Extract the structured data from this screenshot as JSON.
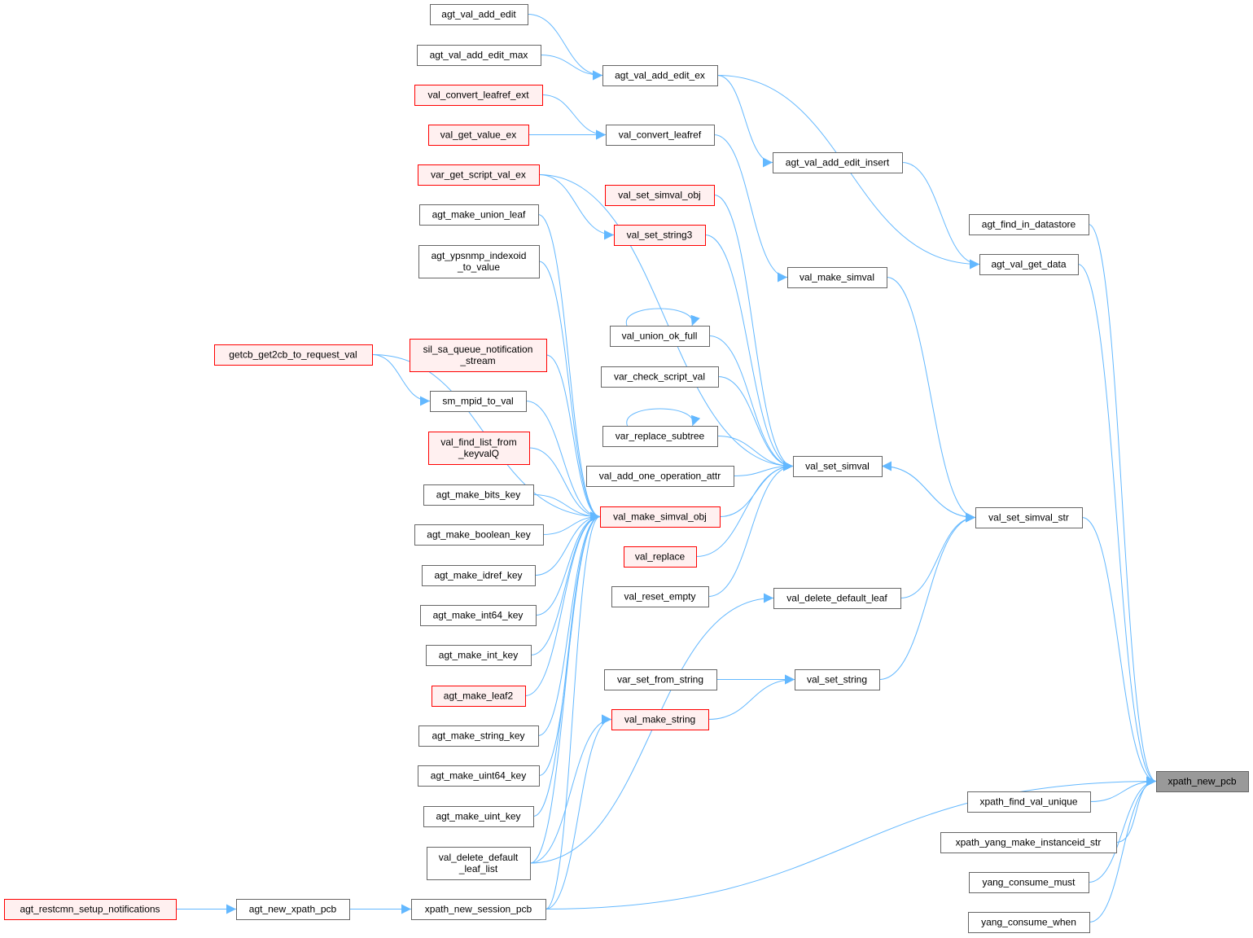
{
  "graph": {
    "type": "caller-graph",
    "focus": "xpath_new_pcb",
    "colors": {
      "edge": "#63b8ff",
      "highlight_border": "#ff0000",
      "highlight_fill": "#fff0f0",
      "focus_fill": "#999999"
    },
    "nodes": [
      {
        "id": "n1",
        "label": [
          "agt_val_add_edit"
        ],
        "style": "normal"
      },
      {
        "id": "n2",
        "label": [
          "agt_val_add_edit_max"
        ],
        "style": "normal"
      },
      {
        "id": "n3",
        "label": [
          "agt_val_add_edit_ex"
        ],
        "style": "normal"
      },
      {
        "id": "n4",
        "label": [
          "val_convert_leafref_ext"
        ],
        "style": "red"
      },
      {
        "id": "n5",
        "label": [
          "val_get_value_ex"
        ],
        "style": "red"
      },
      {
        "id": "n6",
        "label": [
          "val_convert_leafref"
        ],
        "style": "normal"
      },
      {
        "id": "n7",
        "label": [
          "agt_val_add_edit_insert"
        ],
        "style": "normal"
      },
      {
        "id": "n8",
        "label": [
          "var_get_script_val_ex"
        ],
        "style": "red"
      },
      {
        "id": "n9",
        "label": [
          "val_set_simval_obj"
        ],
        "style": "red"
      },
      {
        "id": "n10",
        "label": [
          "agt_make_union_leaf"
        ],
        "style": "normal"
      },
      {
        "id": "n11",
        "label": [
          "agt_find_in_datastore"
        ],
        "style": "normal"
      },
      {
        "id": "n12",
        "label": [
          "val_set_string3"
        ],
        "style": "red"
      },
      {
        "id": "n13",
        "label": [
          "agt_ypsnmp_indexoid",
          "_to_value"
        ],
        "style": "normal"
      },
      {
        "id": "n14",
        "label": [
          "agt_val_get_data"
        ],
        "style": "normal"
      },
      {
        "id": "n15",
        "label": [
          "val_make_simval"
        ],
        "style": "normal"
      },
      {
        "id": "n16",
        "label": [
          "val_union_ok_full"
        ],
        "style": "normal"
      },
      {
        "id": "n17",
        "label": [
          "getcb_get2cb_to_request_val"
        ],
        "style": "red"
      },
      {
        "id": "n18",
        "label": [
          "sil_sa_queue_notification",
          "_stream"
        ],
        "style": "red"
      },
      {
        "id": "n19",
        "label": [
          "var_check_script_val"
        ],
        "style": "normal"
      },
      {
        "id": "n20",
        "label": [
          "sm_mpid_to_val"
        ],
        "style": "normal"
      },
      {
        "id": "n21",
        "label": [
          "var_replace_subtree"
        ],
        "style": "normal"
      },
      {
        "id": "n22",
        "label": [
          "val_find_list_from",
          "_keyvalQ"
        ],
        "style": "red"
      },
      {
        "id": "n23",
        "label": [
          "val_set_simval"
        ],
        "style": "normal"
      },
      {
        "id": "n24",
        "label": [
          "val_add_one_operation_attr"
        ],
        "style": "normal"
      },
      {
        "id": "n25",
        "label": [
          "agt_make_bits_key"
        ],
        "style": "normal"
      },
      {
        "id": "n26",
        "label": [
          "val_make_simval_obj"
        ],
        "style": "red"
      },
      {
        "id": "n27",
        "label": [
          "val_set_simval_str"
        ],
        "style": "normal"
      },
      {
        "id": "n28",
        "label": [
          "agt_make_boolean_key"
        ],
        "style": "normal"
      },
      {
        "id": "n29",
        "label": [
          "val_replace"
        ],
        "style": "red"
      },
      {
        "id": "n30",
        "label": [
          "agt_make_idref_key"
        ],
        "style": "normal"
      },
      {
        "id": "n31",
        "label": [
          "val_reset_empty"
        ],
        "style": "normal"
      },
      {
        "id": "n32",
        "label": [
          "val_delete_default_leaf"
        ],
        "style": "normal"
      },
      {
        "id": "n33",
        "label": [
          "agt_make_int64_key"
        ],
        "style": "normal"
      },
      {
        "id": "n34",
        "label": [
          "agt_make_int_key"
        ],
        "style": "normal"
      },
      {
        "id": "n35",
        "label": [
          "val_set_string"
        ],
        "style": "normal"
      },
      {
        "id": "n36",
        "label": [
          "var_set_from_string"
        ],
        "style": "normal"
      },
      {
        "id": "n37",
        "label": [
          "agt_make_leaf2"
        ],
        "style": "red"
      },
      {
        "id": "n38",
        "label": [
          "val_make_string"
        ],
        "style": "red"
      },
      {
        "id": "n39",
        "label": [
          "agt_make_string_key"
        ],
        "style": "normal"
      },
      {
        "id": "n40",
        "label": [
          "xpath_new_pcb"
        ],
        "style": "focus"
      },
      {
        "id": "n41",
        "label": [
          "agt_make_uint64_key"
        ],
        "style": "normal"
      },
      {
        "id": "n42",
        "label": [
          "xpath_find_val_unique"
        ],
        "style": "normal"
      },
      {
        "id": "n43",
        "label": [
          "agt_make_uint_key"
        ],
        "style": "normal"
      },
      {
        "id": "n44",
        "label": [
          "xpath_yang_make_instanceid_str"
        ],
        "style": "normal"
      },
      {
        "id": "n45",
        "label": [
          "val_delete_default",
          "_leaf_list"
        ],
        "style": "normal"
      },
      {
        "id": "n46",
        "label": [
          "yang_consume_must"
        ],
        "style": "normal"
      },
      {
        "id": "n47",
        "label": [
          "agt_restcmn_setup_notifications"
        ],
        "style": "red"
      },
      {
        "id": "n48",
        "label": [
          "agt_new_xpath_pcb"
        ],
        "style": "normal"
      },
      {
        "id": "n49",
        "label": [
          "xpath_new_session_pcb"
        ],
        "style": "normal"
      },
      {
        "id": "n50",
        "label": [
          "yang_consume_when"
        ],
        "style": "normal"
      }
    ],
    "edges": [
      [
        "n1",
        "n3"
      ],
      [
        "n2",
        "n3"
      ],
      [
        "n3",
        "n7"
      ],
      [
        "n3",
        "n14"
      ],
      [
        "n7",
        "n14"
      ],
      [
        "n4",
        "n6"
      ],
      [
        "n5",
        "n6"
      ],
      [
        "n6",
        "n15"
      ],
      [
        "n8",
        "n12"
      ],
      [
        "n8",
        "n23"
      ],
      [
        "n9",
        "n23"
      ],
      [
        "n12",
        "n23"
      ],
      [
        "n10",
        "n26"
      ],
      [
        "n13",
        "n26"
      ],
      [
        "n17",
        "n26"
      ],
      [
        "n17",
        "n20"
      ],
      [
        "n18",
        "n26"
      ],
      [
        "n20",
        "n26"
      ],
      [
        "n22",
        "n26"
      ],
      [
        "n25",
        "n26"
      ],
      [
        "n28",
        "n26"
      ],
      [
        "n30",
        "n26"
      ],
      [
        "n33",
        "n26"
      ],
      [
        "n34",
        "n26"
      ],
      [
        "n37",
        "n26"
      ],
      [
        "n39",
        "n26"
      ],
      [
        "n41",
        "n26"
      ],
      [
        "n43",
        "n26"
      ],
      [
        "n45",
        "n26"
      ],
      [
        "n49",
        "n26"
      ],
      [
        "n16",
        "n16"
      ],
      [
        "n16",
        "n23"
      ],
      [
        "n19",
        "n23"
      ],
      [
        "n21",
        "n21"
      ],
      [
        "n21",
        "n23"
      ],
      [
        "n24",
        "n23"
      ],
      [
        "n26",
        "n23"
      ],
      [
        "n29",
        "n23"
      ],
      [
        "n31",
        "n23"
      ],
      [
        "n23",
        "n27"
      ],
      [
        "n27",
        "n23"
      ],
      [
        "n15",
        "n27"
      ],
      [
        "n32",
        "n27"
      ],
      [
        "n35",
        "n27"
      ],
      [
        "n45",
        "n32"
      ],
      [
        "n45",
        "n38"
      ],
      [
        "n49",
        "n38"
      ],
      [
        "n36",
        "n35"
      ],
      [
        "n38",
        "n35"
      ],
      [
        "n27",
        "n40"
      ],
      [
        "n14",
        "n40"
      ],
      [
        "n11",
        "n40"
      ],
      [
        "n49",
        "n40"
      ],
      [
        "n42",
        "n40"
      ],
      [
        "n44",
        "n40"
      ],
      [
        "n46",
        "n40"
      ],
      [
        "n50",
        "n40"
      ],
      [
        "n47",
        "n48"
      ],
      [
        "n48",
        "n49"
      ]
    ]
  }
}
